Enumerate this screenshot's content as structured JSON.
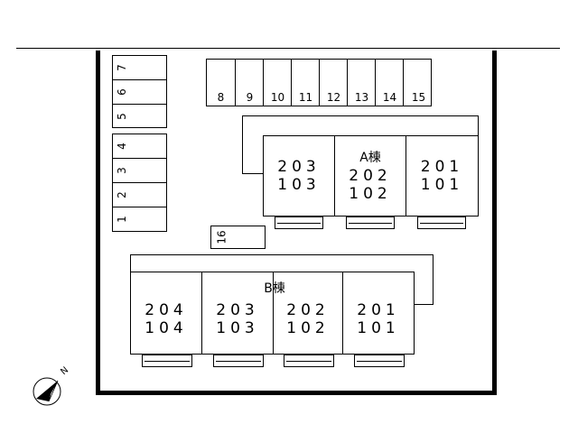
{
  "parking": {
    "left_column": [
      "1",
      "2",
      "3",
      "4",
      "5",
      "6",
      "7"
    ],
    "top_row": [
      "8",
      "9",
      "10",
      "11",
      "12",
      "13",
      "14",
      "15"
    ],
    "extra": "16"
  },
  "building_a": {
    "name": "A棟",
    "units": [
      {
        "upper": "203",
        "lower": "103"
      },
      {
        "upper": "202",
        "lower": "102"
      },
      {
        "upper": "201",
        "lower": "101"
      }
    ]
  },
  "building_b": {
    "name": "B棟",
    "units": [
      {
        "upper": "204",
        "lower": "104"
      },
      {
        "upper": "203",
        "lower": "103"
      },
      {
        "upper": "202",
        "lower": "102"
      },
      {
        "upper": "201",
        "lower": "101"
      }
    ]
  },
  "compass": {
    "label": "N",
    "icon": "north-arrow-icon"
  }
}
